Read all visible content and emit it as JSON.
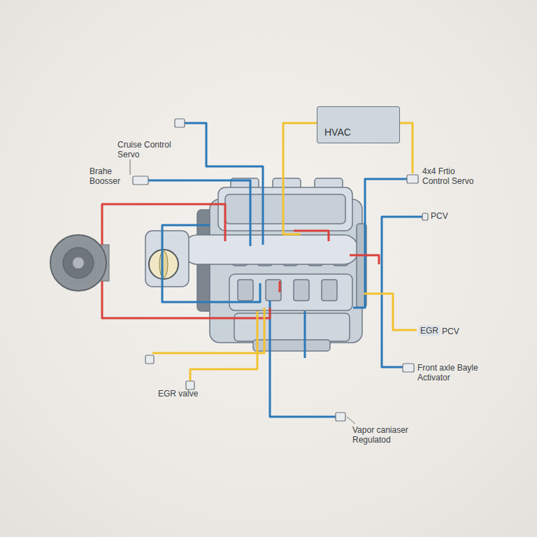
{
  "diagram": {
    "nodes": [
      {
        "text": [
          "HVAC"
        ]
      }
    ],
    "labels": [
      "Cruise Control Servo",
      "Brahe Boosser",
      "4x4 Frtio Control Servo",
      "PCV",
      "EGR",
      "PCV",
      "Front axle Bayle Activator",
      "EGR valve",
      "Vapor caniaser Regulatod"
    ]
  }
}
